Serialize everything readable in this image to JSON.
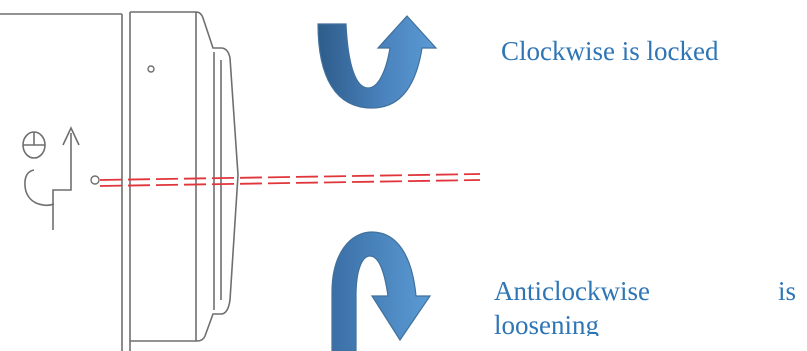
{
  "colors": {
    "caption_text": "#2e75b6",
    "arrow_fill": "#5b9bd5",
    "arrow_stroke": "#41719c",
    "arrow_dark": "#2e5c8a",
    "center_line": "#e0353b",
    "body_outline": "#6f6f6f"
  },
  "labels": {
    "clockwise": "Clockwise is locked",
    "anticlockwise_word": "Anticlockwise",
    "anticlockwise_is": "is",
    "anticlockwise_tail": "loosening"
  },
  "icons": {
    "lock_symbol": "lock-icon",
    "unlock_symbol": "unlock-icon",
    "direction_arrow": "up-arrow-icon",
    "clockwise_arrow": "curved-arrow-up-right-icon",
    "anticlockwise_arrow": "curved-arrow-down-right-icon"
  }
}
